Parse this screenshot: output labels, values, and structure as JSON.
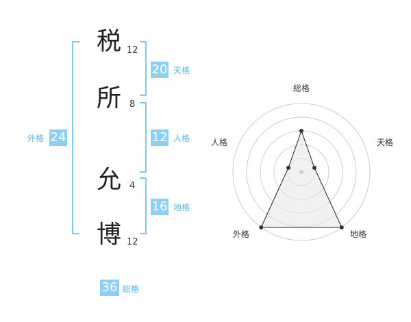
{
  "characters": [
    {
      "char": "税",
      "strokes": "12"
    },
    {
      "char": "所",
      "strokes": "8"
    },
    {
      "char": "允",
      "strokes": "4"
    },
    {
      "char": "博",
      "strokes": "12"
    }
  ],
  "fortunes": {
    "tenkaku": {
      "label": "天格",
      "value": "20"
    },
    "jinkaku": {
      "label": "人格",
      "value": "12"
    },
    "chikaku": {
      "label": "地格",
      "value": "16"
    },
    "gaikaku": {
      "label": "外格",
      "value": "24"
    },
    "soukaku": {
      "label": "総格",
      "value": "36"
    }
  },
  "radar": {
    "axes": [
      "総格",
      "天格",
      "地格",
      "外格",
      "人格"
    ],
    "levels": 5,
    "values": [
      3,
      1,
      5,
      5,
      1
    ],
    "colors": {
      "grid": "#cccccc",
      "fill": "#e8e8e8",
      "line": "#222222",
      "point": "#333333"
    }
  },
  "colors": {
    "accent": "#8ecff2",
    "accent_text": "#5ab4e5"
  }
}
